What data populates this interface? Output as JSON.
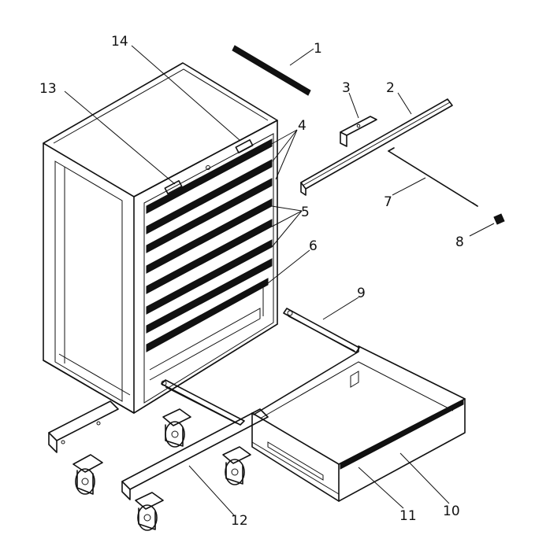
{
  "diagram": {
    "callouts": [
      {
        "id": "1",
        "label": "1"
      },
      {
        "id": "2",
        "label": "2"
      },
      {
        "id": "3",
        "label": "3"
      },
      {
        "id": "4",
        "label": "4"
      },
      {
        "id": "5",
        "label": "5"
      },
      {
        "id": "6",
        "label": "6"
      },
      {
        "id": "7",
        "label": "7"
      },
      {
        "id": "8",
        "label": "8"
      },
      {
        "id": "9",
        "label": "9"
      },
      {
        "id": "10",
        "label": "10"
      },
      {
        "id": "11",
        "label": "11"
      },
      {
        "id": "12",
        "label": "12"
      },
      {
        "id": "13",
        "label": "13"
      },
      {
        "id": "14",
        "label": "14"
      }
    ],
    "stroke_color": "#111111",
    "background_color": "#ffffff"
  }
}
